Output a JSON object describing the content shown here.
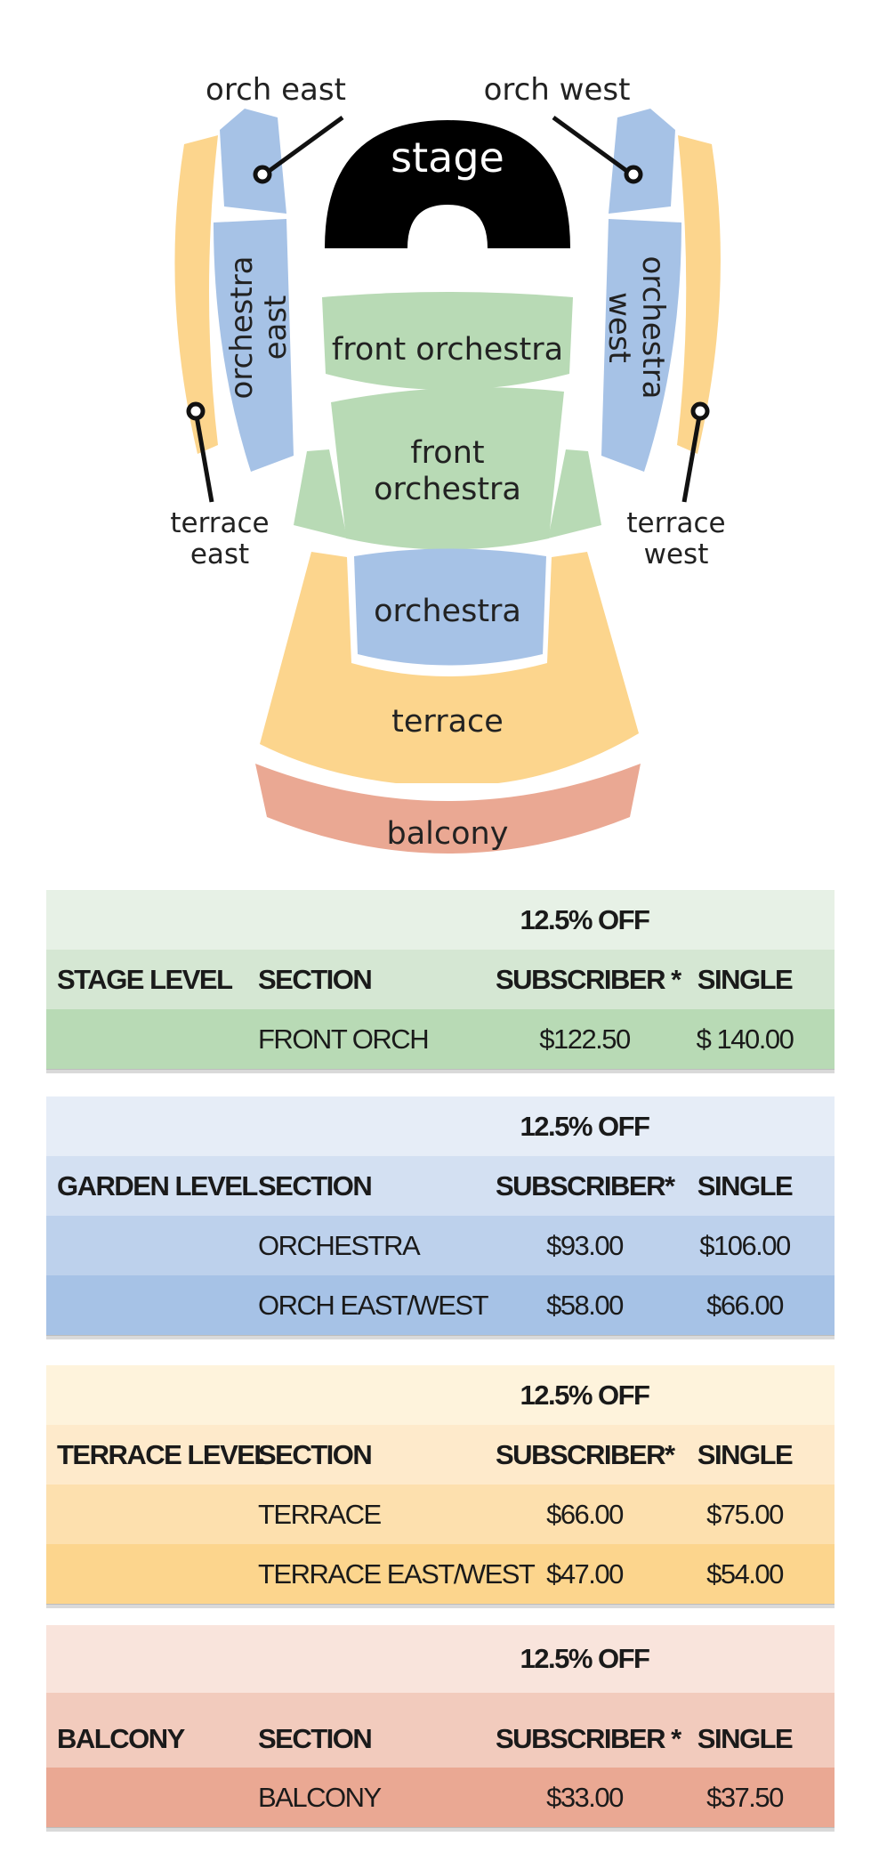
{
  "map": {
    "labels": {
      "orch_east": "orch east",
      "orch_west": "orch west",
      "stage": "stage",
      "orchestra_east_1": "orchestra",
      "orchestra_east_2": "east",
      "orchestra_west_1": "orchestra",
      "orchestra_west_2": "west",
      "front_orchestra_top": "front orchestra",
      "front_orchestra_mid_1": "front",
      "front_orchestra_mid_2": "orchestra",
      "terrace_east_1": "terrace",
      "terrace_east_2": "east",
      "terrace_west_1": "terrace",
      "terrace_west_2": "west",
      "orchestra": "orchestra",
      "terrace": "terrace",
      "balcony": "balcony"
    },
    "colors": {
      "stage": "#000000",
      "front_orchestra": "#b8dab5",
      "orchestra": "#a6c2e6",
      "terrace": "#fcd58d",
      "balcony": "#eaa893"
    }
  },
  "tables": {
    "stage": {
      "discount": "12.5% OFF",
      "level": "STAGE LEVEL",
      "section_header": "SECTION",
      "subscriber_header": "SUBSCRIBER *",
      "single_header": "SINGLE",
      "rows": [
        {
          "section": "FRONT ORCH",
          "subscriber": "$122.50",
          "single": "$ 140.00"
        }
      ]
    },
    "garden": {
      "discount": "12.5% OFF",
      "level": "GARDEN LEVEL",
      "section_header": "SECTION",
      "subscriber_header": "SUBSCRIBER*",
      "single_header": "SINGLE",
      "rows": [
        {
          "section": "ORCHESTRA",
          "subscriber": "$93.00",
          "single": "$106.00"
        },
        {
          "section": "ORCH EAST/WEST",
          "subscriber": "$58.00",
          "single": "$66.00"
        }
      ]
    },
    "terrace": {
      "discount": "12.5% OFF",
      "level": "TERRACE LEVEL",
      "section_header": "SECTION",
      "subscriber_header": "SUBSCRIBER*",
      "single_header": "SINGLE",
      "rows": [
        {
          "section": "TERRACE",
          "subscriber": "$66.00",
          "single": "$75.00"
        },
        {
          "section": "TERRACE EAST/WEST",
          "subscriber": "$47.00",
          "single": "$54.00"
        }
      ]
    },
    "balcony": {
      "discount": "12.5% OFF",
      "level": "BALCONY",
      "section_header": "SECTION",
      "subscriber_header": "SUBSCRIBER *",
      "single_header": "SINGLE",
      "rows": [
        {
          "section": "BALCONY",
          "subscriber": "$33.00",
          "single": "$37.50"
        }
      ]
    }
  }
}
